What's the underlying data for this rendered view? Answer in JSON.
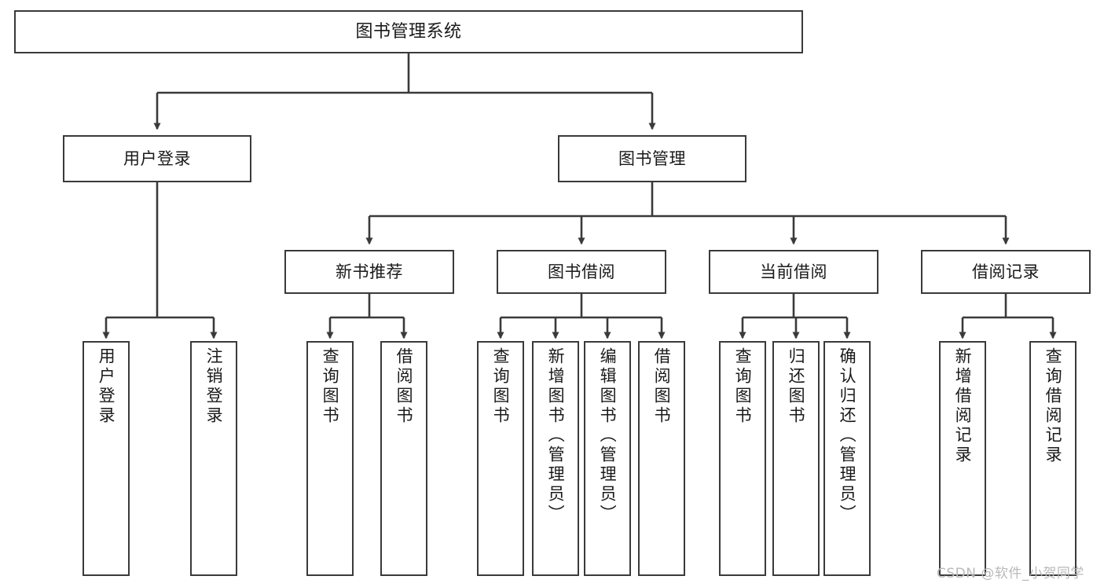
{
  "diagram": {
    "title": "图书管理系统",
    "type": "functional-structure-tree",
    "stroke_color": "#3a3a3a",
    "fill_color": "#ffffff",
    "text_color": "#1a1a1a",
    "watermark": {
      "text": "CSDN @软件_小贺同学",
      "color": "#b9b9b9"
    },
    "levels": {
      "root": {
        "label": "图书管理系统"
      },
      "level1": [
        {
          "id": "user-login",
          "label": "用户登录"
        },
        {
          "id": "book-manage",
          "label": "图书管理"
        }
      ],
      "level2": [
        {
          "id": "new-book-recommend",
          "label": "新书推荐"
        },
        {
          "id": "book-borrow",
          "label": "图书借阅"
        },
        {
          "id": "current-borrow",
          "label": "当前借阅"
        },
        {
          "id": "borrow-record",
          "label": "借阅记录"
        }
      ],
      "leaves": [
        {
          "id": "leaf-user-login",
          "label": "用户登录",
          "parent": "user-login"
        },
        {
          "id": "leaf-user-logout",
          "label": "注销登录",
          "parent": "user-login"
        },
        {
          "id": "leaf-query-book-1",
          "label": "查询图书",
          "parent": "new-book-recommend"
        },
        {
          "id": "leaf-borrow-book-1",
          "label": "借阅图书",
          "parent": "new-book-recommend"
        },
        {
          "id": "leaf-query-book-2",
          "label": "查询图书",
          "parent": "book-borrow"
        },
        {
          "id": "leaf-add-book",
          "label": "新增图书（管理员）",
          "parent": "book-borrow"
        },
        {
          "id": "leaf-edit-book",
          "label": "编辑图书（管理员）",
          "parent": "book-borrow"
        },
        {
          "id": "leaf-borrow-book-2",
          "label": "借阅图书",
          "parent": "book-borrow"
        },
        {
          "id": "leaf-query-book-3",
          "label": "查询图书",
          "parent": "current-borrow"
        },
        {
          "id": "leaf-return-book",
          "label": "归还图书",
          "parent": "current-borrow"
        },
        {
          "id": "leaf-confirm-return",
          "label": "确认归还（管理员）",
          "parent": "current-borrow"
        },
        {
          "id": "leaf-add-record",
          "label": "新增借阅记录",
          "parent": "borrow-record"
        },
        {
          "id": "leaf-query-record",
          "label": "查询借阅记录",
          "parent": "borrow-record"
        }
      ]
    }
  }
}
